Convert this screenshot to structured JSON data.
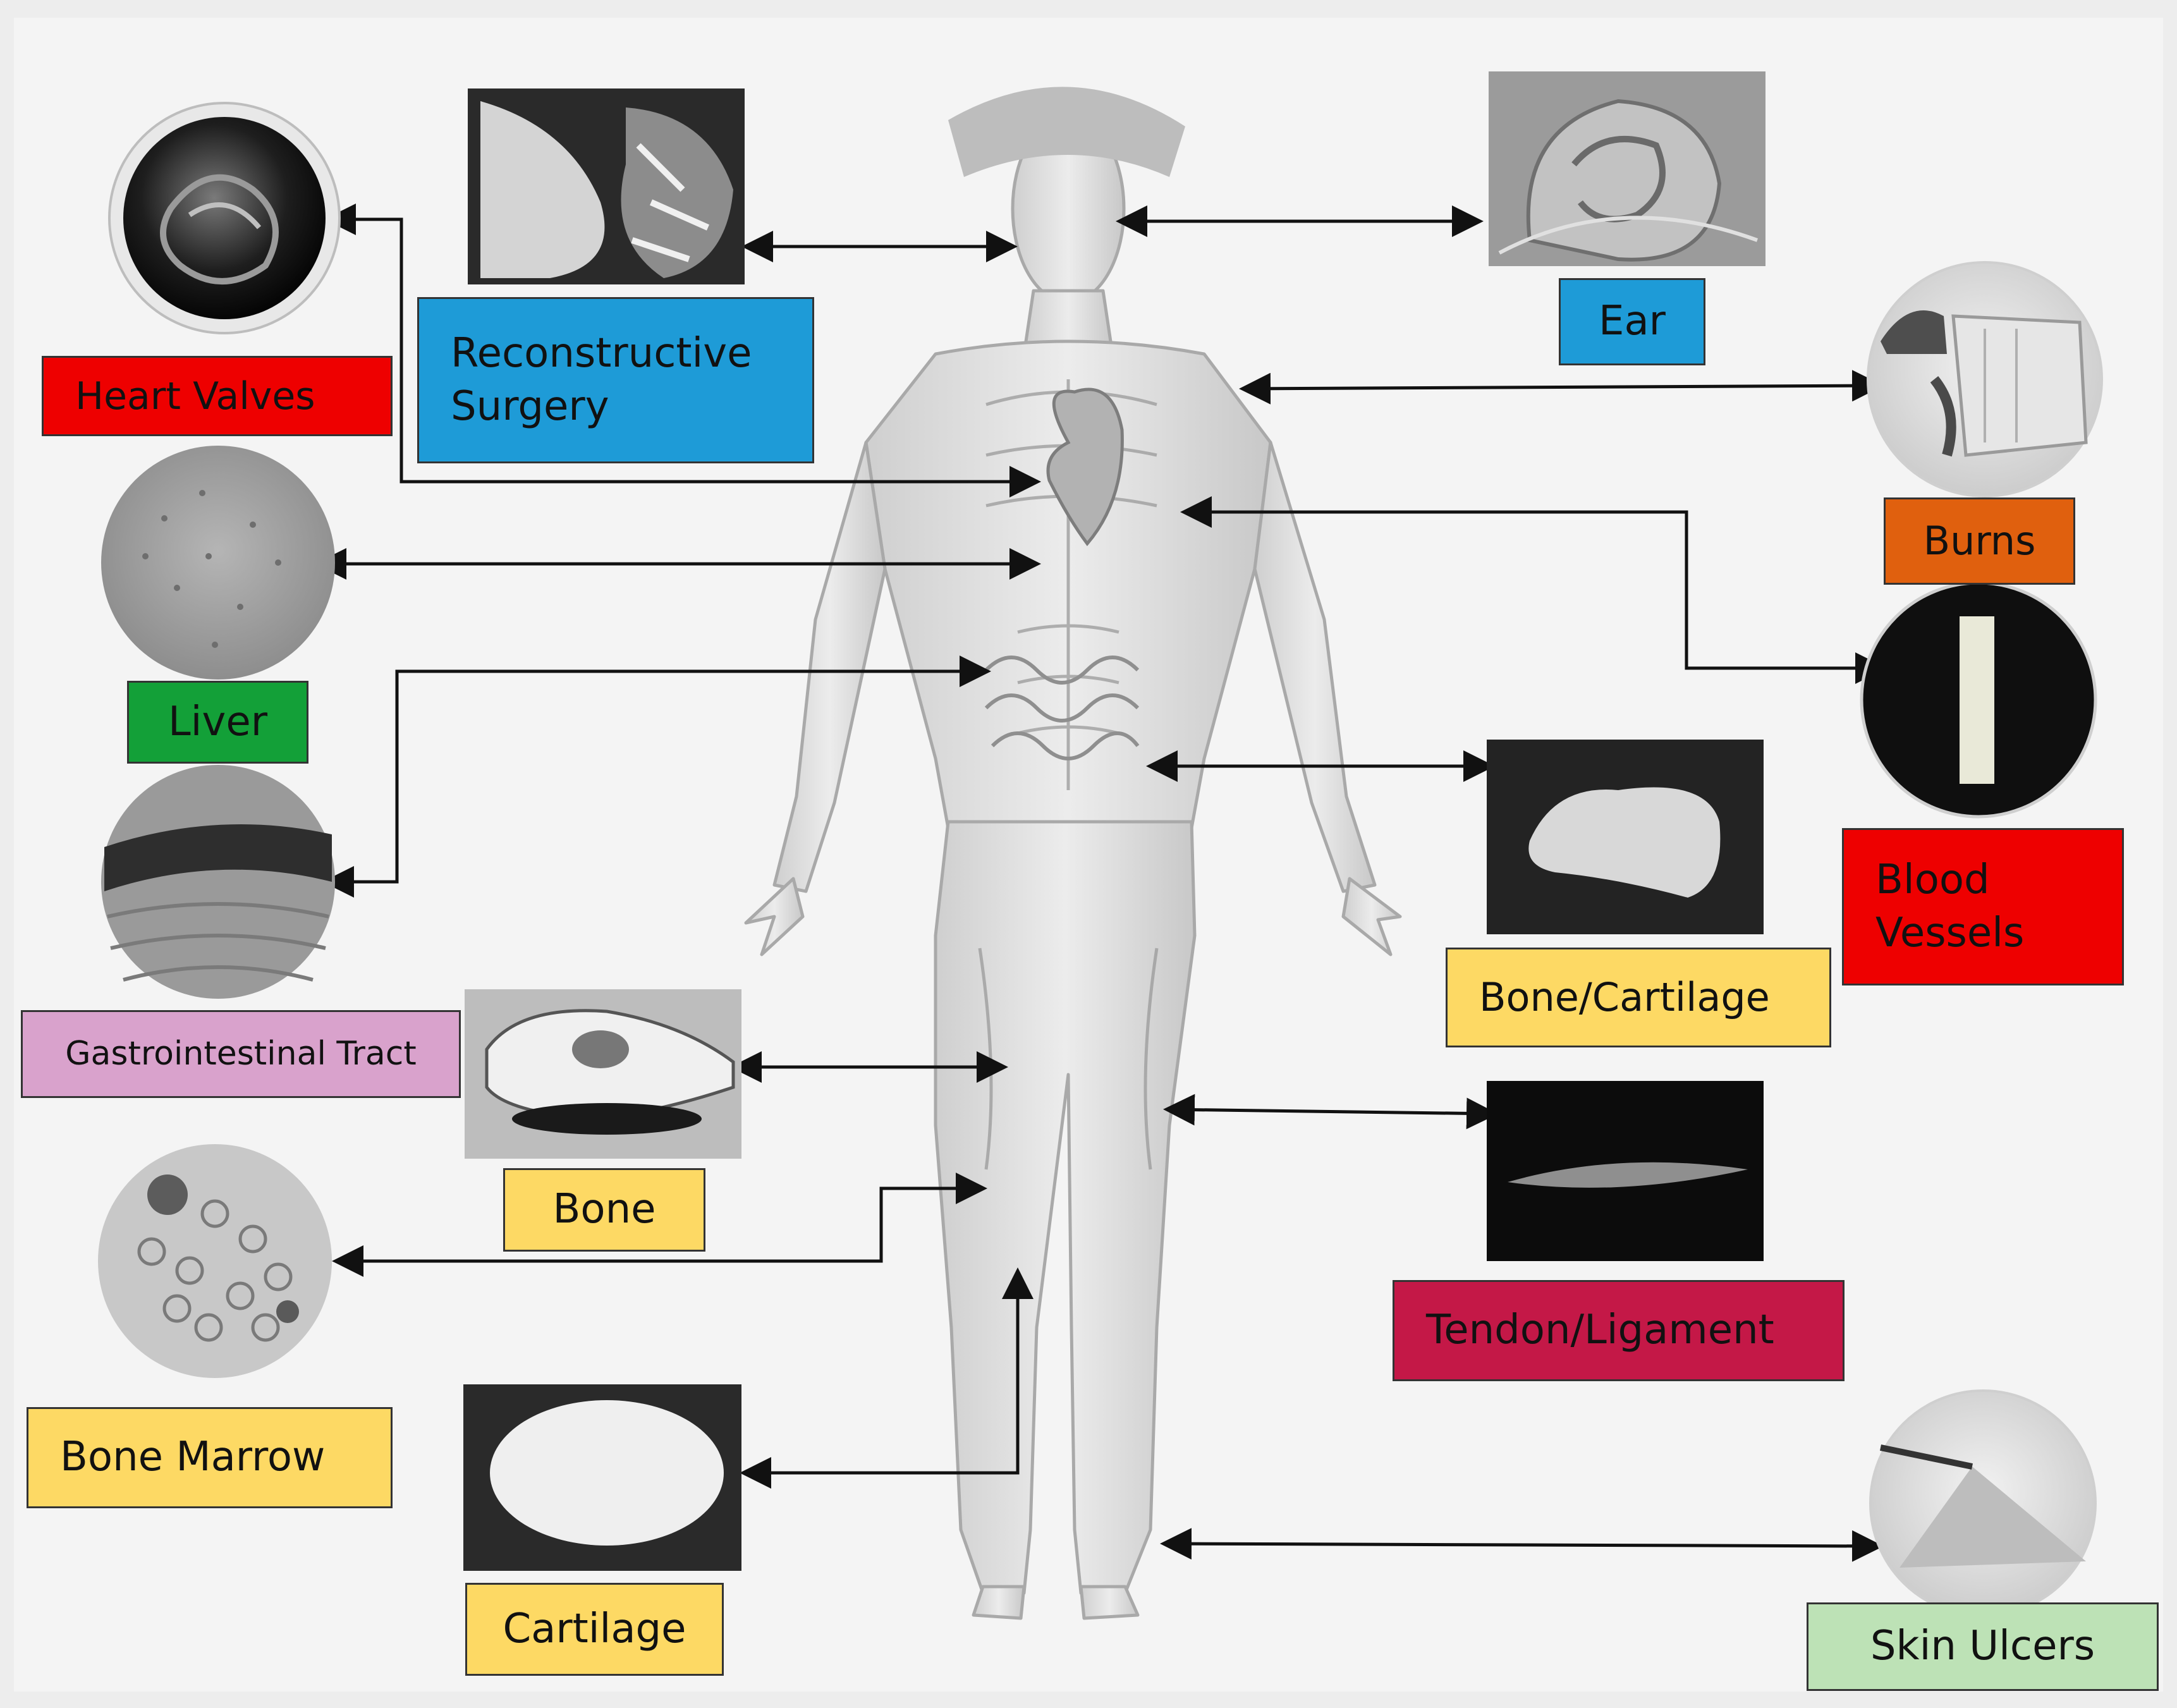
{
  "colors": {
    "background": "#ededed",
    "panel": "#f4f4f4",
    "arrow": "#111111",
    "red": "#ee0000",
    "blue": "#1e9bd7",
    "green": "#13a038",
    "pink": "#d9a2cc",
    "yellow": "#fdd964",
    "orange": "#e0600e",
    "crimson": "#c41847",
    "light_green": "#bde2b6"
  },
  "labels": {
    "heart_valves": "Heart Valves",
    "reconstructive_surgery": "Reconstructive Surgery",
    "ear": "Ear",
    "burns": "Burns",
    "liver": "Liver",
    "gastrointestinal_tract": "Gastrointestinal Tract",
    "blood_vessels": "Blood Vessels",
    "bone_cartilage": "Bone/Cartilage",
    "bone": "Bone",
    "tendon_ligament": "Tendon/Ligament",
    "bone_marrow": "Bone Marrow",
    "cartilage": "Cartilage",
    "skin_ulcers": "Skin Ulcers"
  }
}
